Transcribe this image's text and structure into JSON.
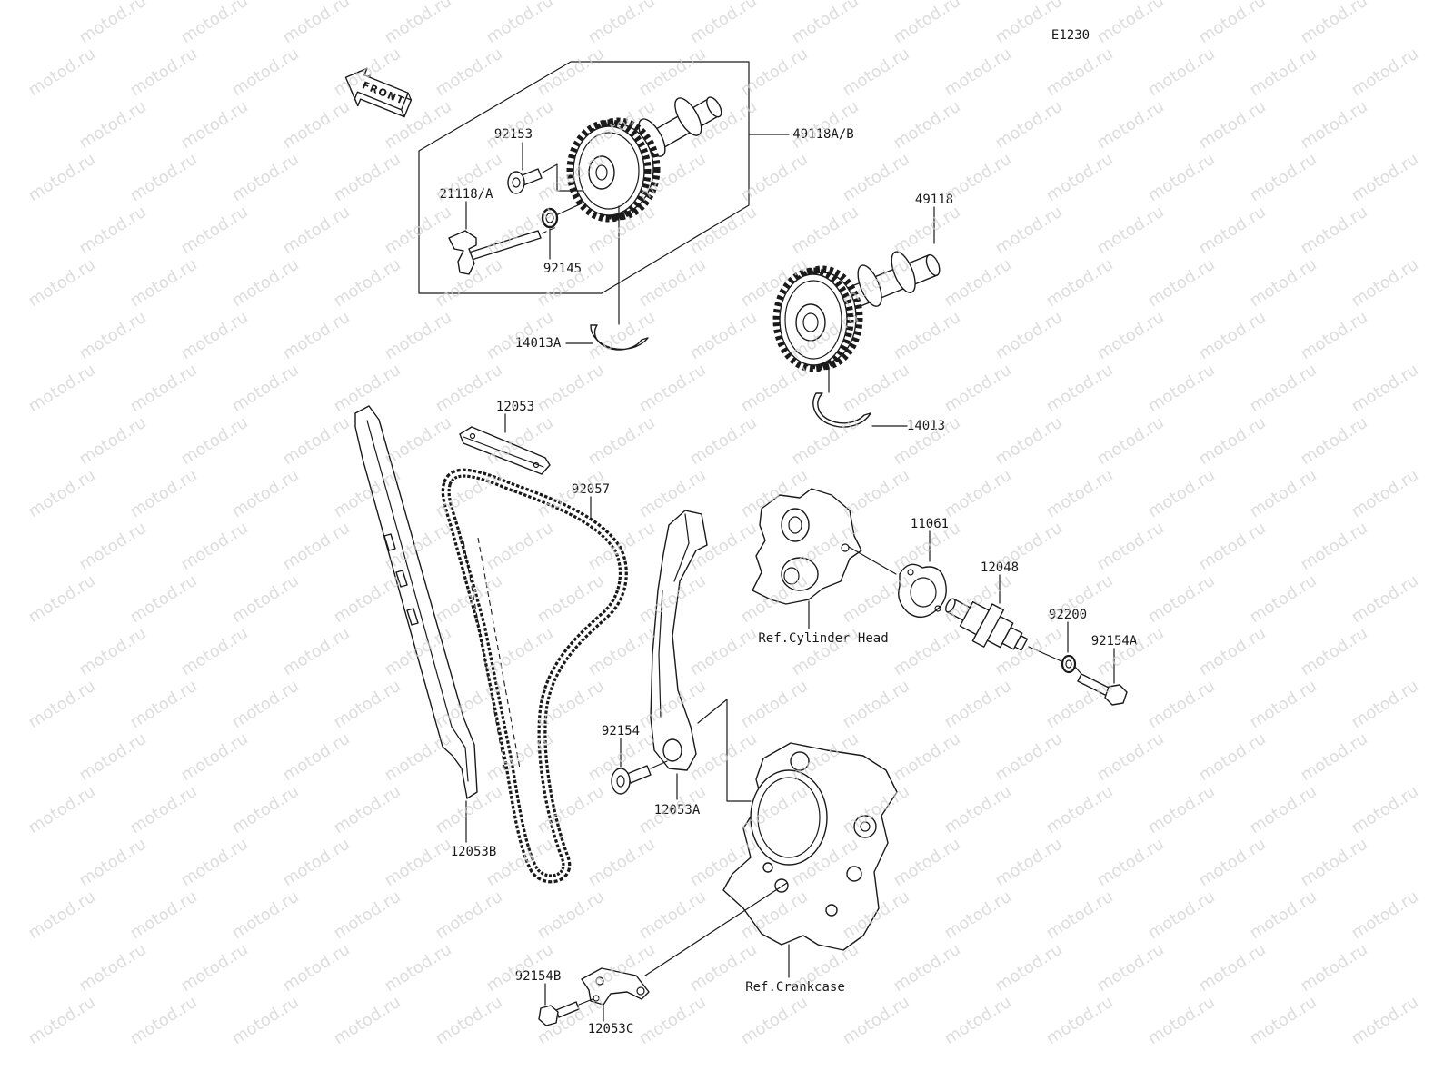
{
  "diagram_code": "E1230",
  "front_label": "FRONT",
  "watermark": "motod.ru",
  "callouts": {
    "bolt_92153": "92153",
    "camshaft_ab": "49118A/B",
    "lever_21118a": "21118/A",
    "camshaft": "49118",
    "ring_92145": "92145",
    "half_ring_a": "14013A",
    "chain_guide_top": "12053",
    "half_ring": "14013",
    "cam_chain": "92057",
    "gasket": "11061",
    "tensioner": "12048",
    "washer": "92200",
    "bolt_92154a": "92154A",
    "bolt_92154": "92154",
    "guide_12053a": "12053A",
    "guide_12053b": "12053B",
    "bolt_92154b": "92154B",
    "bracket_12053c": "12053C"
  },
  "references": {
    "cylinder_head": "Ref.Cylinder Head",
    "crankcase": "Ref.Crankcase"
  },
  "colors": {
    "line": "#1a1a1a",
    "background": "#ffffff",
    "watermark": "#cfcfcf"
  }
}
